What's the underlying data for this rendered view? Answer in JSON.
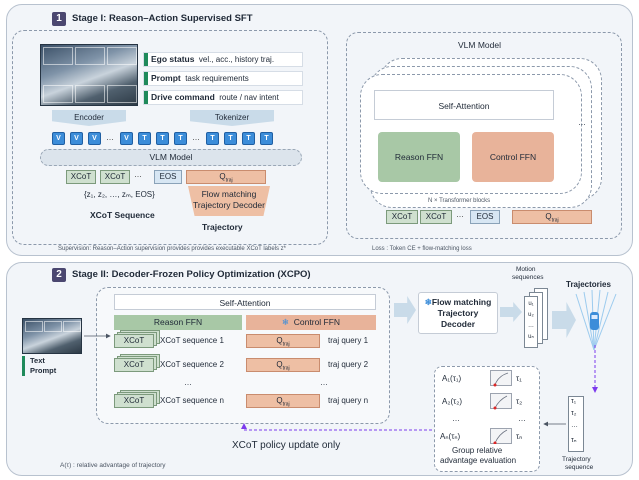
{
  "stage1": {
    "badge": "1",
    "title": "Stage I: Reason–Action Supervised SFT",
    "info_rows": [
      {
        "key": "Ego status",
        "value": "vel., acc., history traj."
      },
      {
        "key": "Prompt",
        "value": "task requirements"
      },
      {
        "key": "Drive command",
        "value": "route / nav intent"
      }
    ],
    "encoder": "Encoder",
    "tokenizer": "Tokenizer",
    "tokens_v": [
      "V",
      "V",
      "V"
    ],
    "tokens_t": [
      "T",
      "T",
      "T",
      "T",
      "T",
      "T",
      "T"
    ],
    "ellipsis": "…",
    "vlm_model": "VLM Model",
    "xcot": "XCoT",
    "eos": "EOS",
    "q_traj": "Q",
    "q_sub": "traj",
    "sequence_math": "{z₁, z₂, …, zₘ, EOS}",
    "xcot_sequence": "XCoT Sequence",
    "decoder": [
      "Flow matching",
      "Trajectory Decoder"
    ],
    "trajectory": "Trajectory",
    "supervision_note": "Supervision: Reason–Action supervision provides provides executable XCoT labels z*",
    "loss_note": "Loss : Token CE + flow-matching loss",
    "vlm_panel": {
      "title": "VLM Model",
      "self_attention": "Self-Attention",
      "reason_ffn": "Reason FFN",
      "control_ffn": "Control FFN",
      "blocks_note": "N × Transformer blocks",
      "ellipsis": "…"
    }
  },
  "stage2": {
    "badge": "2",
    "title": "Stage II: Decoder-Frozen Policy Optimization (XCPO)",
    "text_prompt": [
      "Text",
      "Prompt"
    ],
    "self_attention": "Self-Attention",
    "reason_ffn": "Reason FFN",
    "control_ffn": "Control FFN",
    "rows": [
      {
        "seq": "XCoT sequence 1",
        "query": "traj query 1"
      },
      {
        "seq": "XCoT sequence 2",
        "query": "traj query 2"
      },
      {
        "seq": "XCoT sequence n",
        "query": "traj query n"
      }
    ],
    "xcot": "XCoT",
    "q_traj": "Q",
    "q_sub": "traj",
    "ellipsis": "…",
    "flow_decoder": [
      "Flow matching",
      "Trajectory",
      "Decoder"
    ],
    "motion_sequences": [
      "Motion",
      "sequences"
    ],
    "motion_items": [
      "u₁",
      "u₂",
      "…",
      "uₙ"
    ],
    "trajectories": "Trajectories",
    "advantages": [
      "A₁(τ₁)",
      "A₂(τ₂)",
      "…",
      "Aₙ(τₙ)"
    ],
    "taus": [
      "τ₁",
      "τ₂",
      "…",
      "τₙ"
    ],
    "group_eval": [
      "Group relative",
      "advantage  evaluation"
    ],
    "traj_seq_items": [
      "τ₁",
      "τ₂",
      "…",
      "τₙ"
    ],
    "traj_seq_label": [
      "Trajectory",
      "sequence"
    ],
    "policy_update": "XCoT policy update only",
    "legend_note": "A(τ) :  relative advantage of trajectory"
  },
  "colors": {
    "token_blue": "#3c8dd9",
    "xcot_green": "#cfe0cf",
    "control_orange": "#e8b39a",
    "badge_purple": "#4b4770",
    "policy_arrow": "#7c3aed"
  }
}
